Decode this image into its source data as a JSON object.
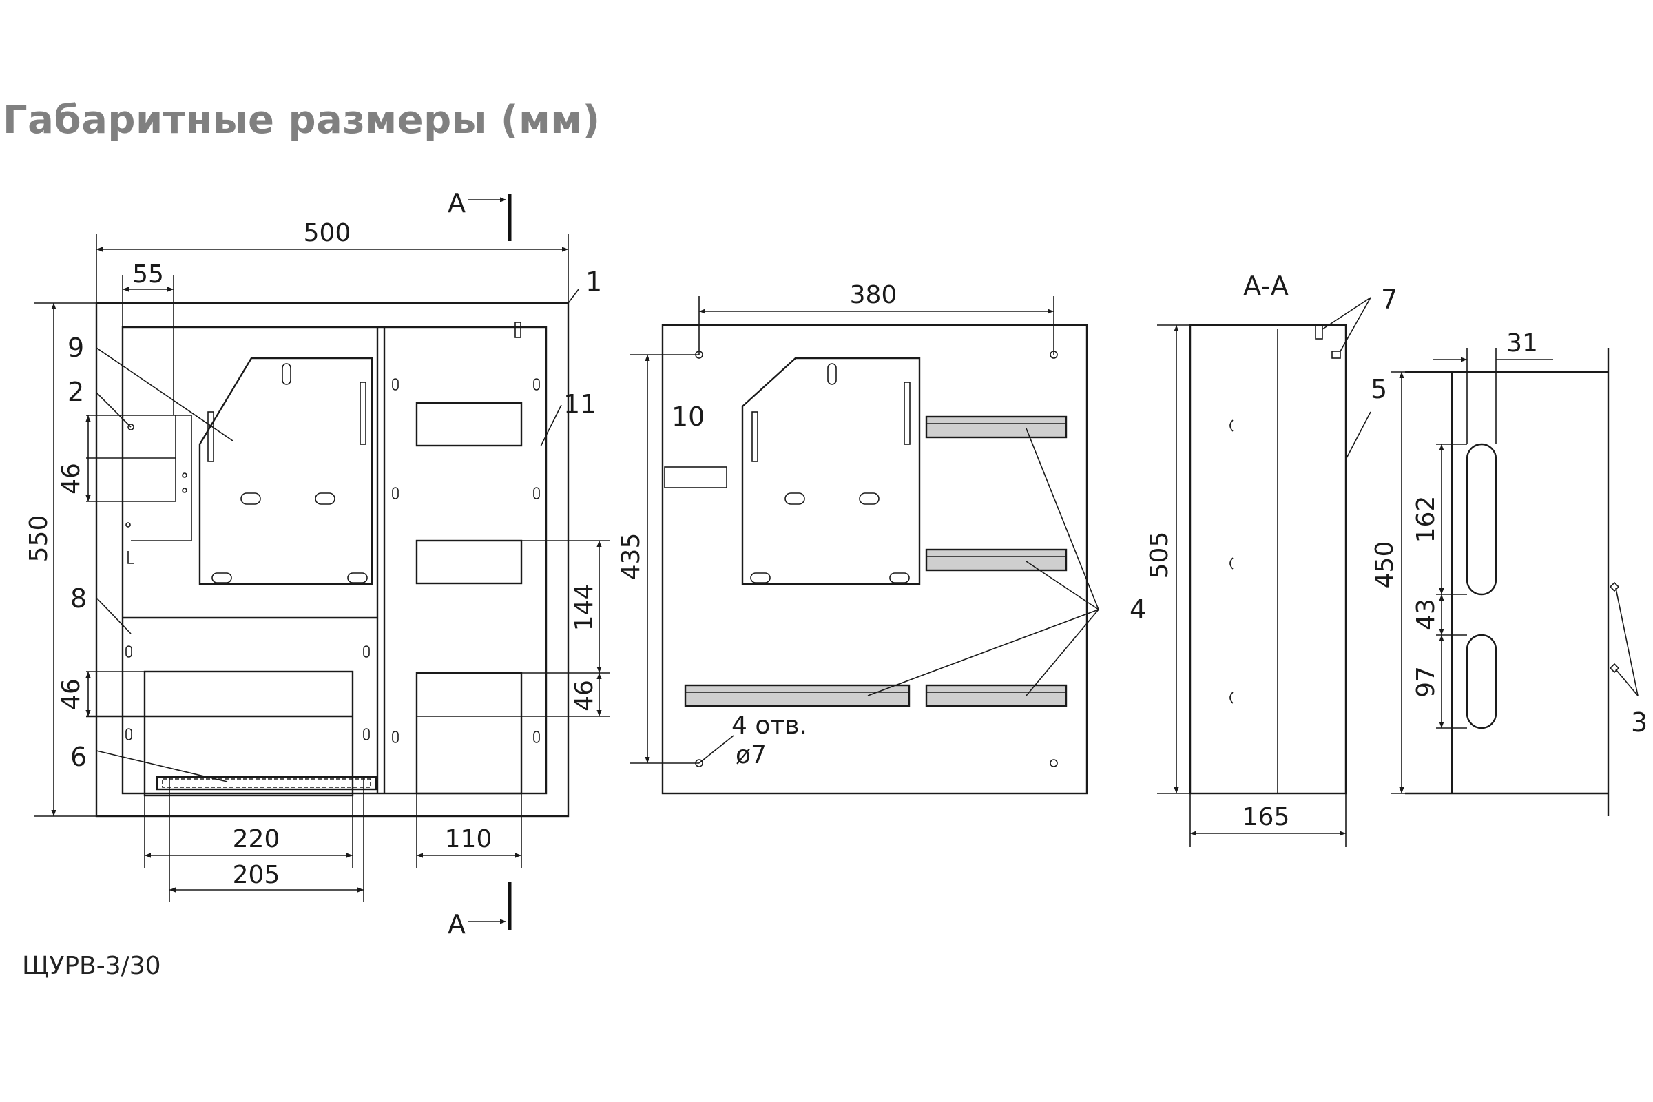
{
  "title": "Габаритные размеры (мм)",
  "model": "ЩУРВ-3/30",
  "section_marker": "А",
  "section_title": "А-А",
  "dimensions": {
    "width_500": "500",
    "offset_55": "55",
    "height_550": "550",
    "gap_46_top": "46",
    "gap_46_left_bottom": "46",
    "gap_46_right_bottom": "46",
    "h_144": "144",
    "w_220": "220",
    "w_205": "205",
    "w_110": "110",
    "w_380": "380",
    "h_435": "435",
    "holes_count": "4 отв.",
    "hole_dia": "ø7",
    "h_505": "505",
    "depth_165": "165",
    "w_31": "31",
    "h_450": "450",
    "h_162": "162",
    "h_43": "43",
    "h_97": "97"
  },
  "callouts": [
    "1",
    "2",
    "3",
    "4",
    "5",
    "6",
    "7",
    "8",
    "9",
    "10",
    "11"
  ],
  "colors": {
    "title": "#808080",
    "line": "#1a1a1a",
    "rail_fill": "#cfcfcf"
  }
}
